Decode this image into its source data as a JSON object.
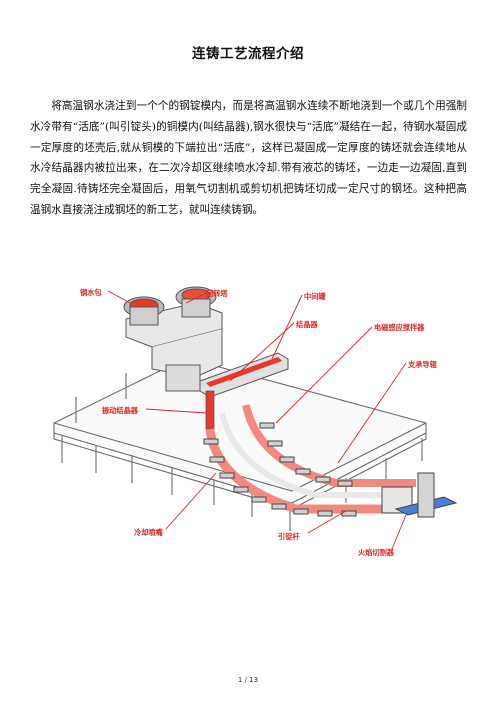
{
  "document": {
    "title": "连铸工艺流程介绍",
    "paragraph": "将高温钢水浇注到一个个的钢锭模内，而是将高温钢水连续不断地浇到一个或几个用强制水冷带有“活底”(叫引锭头)的铜模内(叫结晶器),钢水很快与“活底”凝结在一起，待钢水凝固成一定厚度的坯壳后,就从铜模的下端拉出“活底”，这样已凝固成一定厚度的铸坯就会连续地从水冷结晶器内被拉出来，在二次冷却区继续喷水冷却.带有液芯的铸坯，一边走一边凝固,直到完全凝固.待铸坯完全凝固后，用氧气切割机或剪切机把铸坯切成一定尺寸的钢坯。这种把高温钢水直接浇注成钢坯的新工艺，就叫连续铸钢。",
    "page_number": "1 / 13"
  },
  "figure": {
    "labels": {
      "ladle": "钢水包",
      "turret": "回转塔",
      "tundish": "中间罐",
      "mold": "结晶器",
      "ems": "电磁感应搅拌器",
      "support_rolls": "支承导辊",
      "oscillating_mold": "振动结晶器",
      "spray_nozzle": "冷却喷嘴",
      "dummy_bar": "引锭杆",
      "flame_cutter": "火焰切割器"
    },
    "colors": {
      "callout": "#d8282a",
      "steel_hot": "#e23a2c",
      "strand": "#f08a80",
      "machine_line": "#555555",
      "slab": "#4a7fd6"
    }
  }
}
